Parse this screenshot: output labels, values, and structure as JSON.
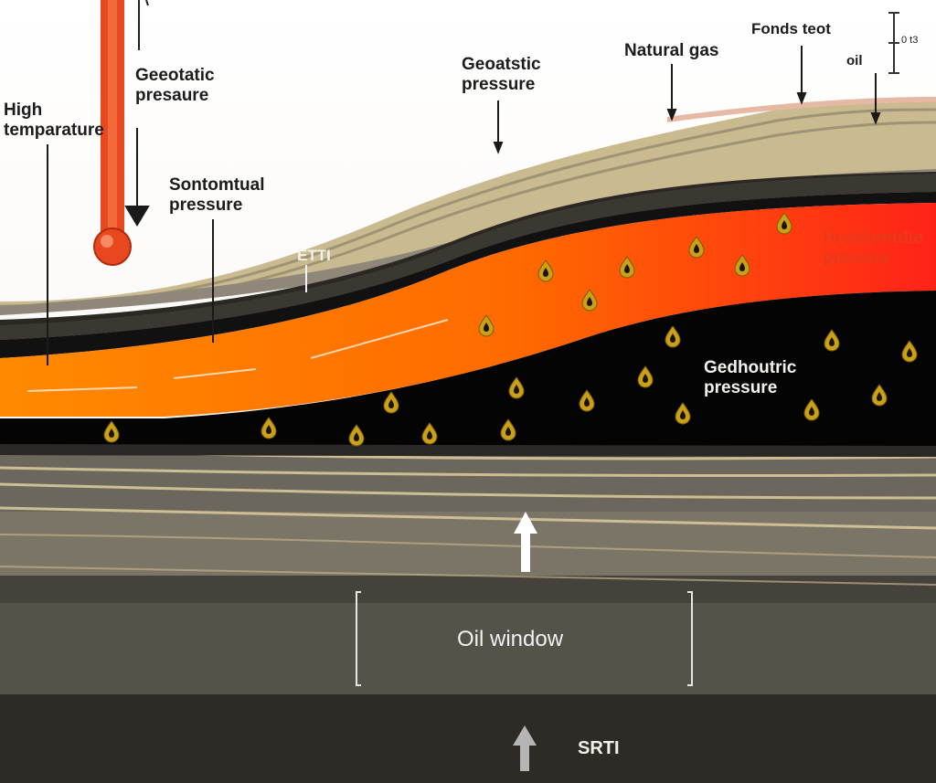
{
  "labels": {
    "high_temperature": "High\ntemparature",
    "geostatic_left": "Geeotatic\npresaure",
    "sedimental": "Sontomtual\npressure",
    "etm_left": "ETTI",
    "geostatic_center": "Geoatstic\npressure",
    "natural_gas": "Natural gas",
    "fonds_text": "Fonds teot",
    "oil_small": "oil",
    "scale_text": "0 t3",
    "hydrostatic": "Hoistomtdie\npressoe",
    "geochemical": "Gedhoutric\npressure",
    "oil_window": "Oil window",
    "bottom_mark": "SRTI"
  },
  "colors": {
    "thermometer": "#e8481f",
    "hot_layer_left": "#ff7a00",
    "hot_layer_right": "#ff2a1a",
    "source_rock": "#050505",
    "sand_band": "#d9c89a",
    "rock_dark": "#3a3732",
    "rock_mid": "#6e6a5e",
    "droplet": "#c9a018"
  },
  "icons": {
    "thermometer": "thermometer-icon",
    "droplet": "oil-droplet-icon",
    "arrow_up": "arrow-up-icon",
    "arrow_down": "arrow-down-icon"
  }
}
